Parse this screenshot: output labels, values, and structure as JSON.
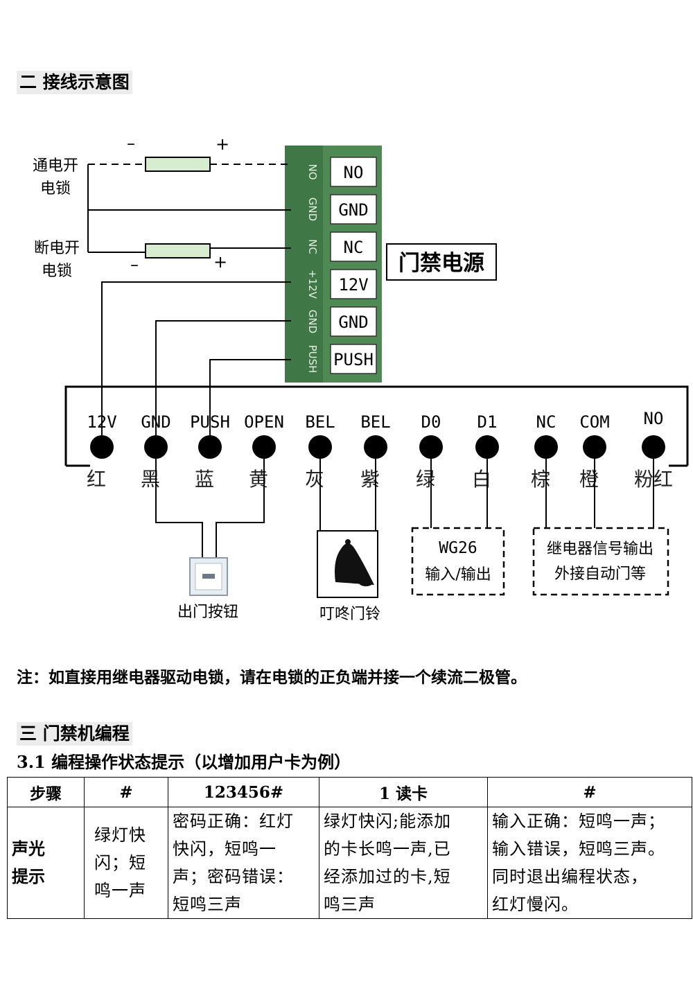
{
  "section2": {
    "title": "二  接线示意图"
  },
  "diagram": {
    "relay_on_lock": [
      "通电开",
      "电锁"
    ],
    "relay_off_lock": [
      "断电开",
      "电锁"
    ],
    "minus": "–",
    "plus": "+",
    "psu_terminals": [
      "NO",
      "GND",
      "NC",
      "12V",
      "GND",
      "PUSH"
    ],
    "psu_board_labels": [
      "NO",
      "GND",
      "NC",
      "+12V",
      "GND",
      "PUSH"
    ],
    "psu_title": "门禁电源",
    "controller_terminals": [
      "12V",
      "GND",
      "PUSH",
      "OPEN",
      "BEL",
      "BEL",
      "D0",
      "D1",
      "NC",
      "COM",
      "NO"
    ],
    "wire_colors": [
      "红",
      "黑",
      "蓝",
      "黄",
      "灰",
      "紫",
      "绿",
      "白",
      "棕",
      "橙",
      "粉红"
    ],
    "exit_button": "出门按钮",
    "doorbell": "叮咚门铃",
    "wg26": [
      "WG26",
      "输入/输出"
    ],
    "relay_output": [
      "继电器信号输出",
      "外接自动门等"
    ]
  },
  "note": "注：如直接用继电器驱动电锁，请在电锁的正负端并接一个续流二极管。",
  "section3": {
    "title": "三  门禁机编程",
    "sub": "3.1 编程操作状态提示（以增加用户卡为例）"
  },
  "table": {
    "headers": [
      "步骤",
      "#",
      "123456#",
      "1  读卡",
      "#"
    ],
    "row_head": [
      "声光",
      "提示"
    ],
    "cells": [
      [
        "绿灯快",
        "闪；短",
        "鸣一声"
      ],
      [
        "密码正确：红灯",
        "快闪，短鸣一",
        "声；密码错误：",
        "短鸣三声"
      ],
      [
        "绿灯快闪;能添加",
        "的卡长鸣一声,已",
        "经添加过的卡,短",
        "鸣三声"
      ],
      [
        "输入正确：短鸣一声；",
        "输入错误，短鸣三声。",
        "同时退出编程状态，",
        "红灯慢闪。"
      ]
    ]
  }
}
